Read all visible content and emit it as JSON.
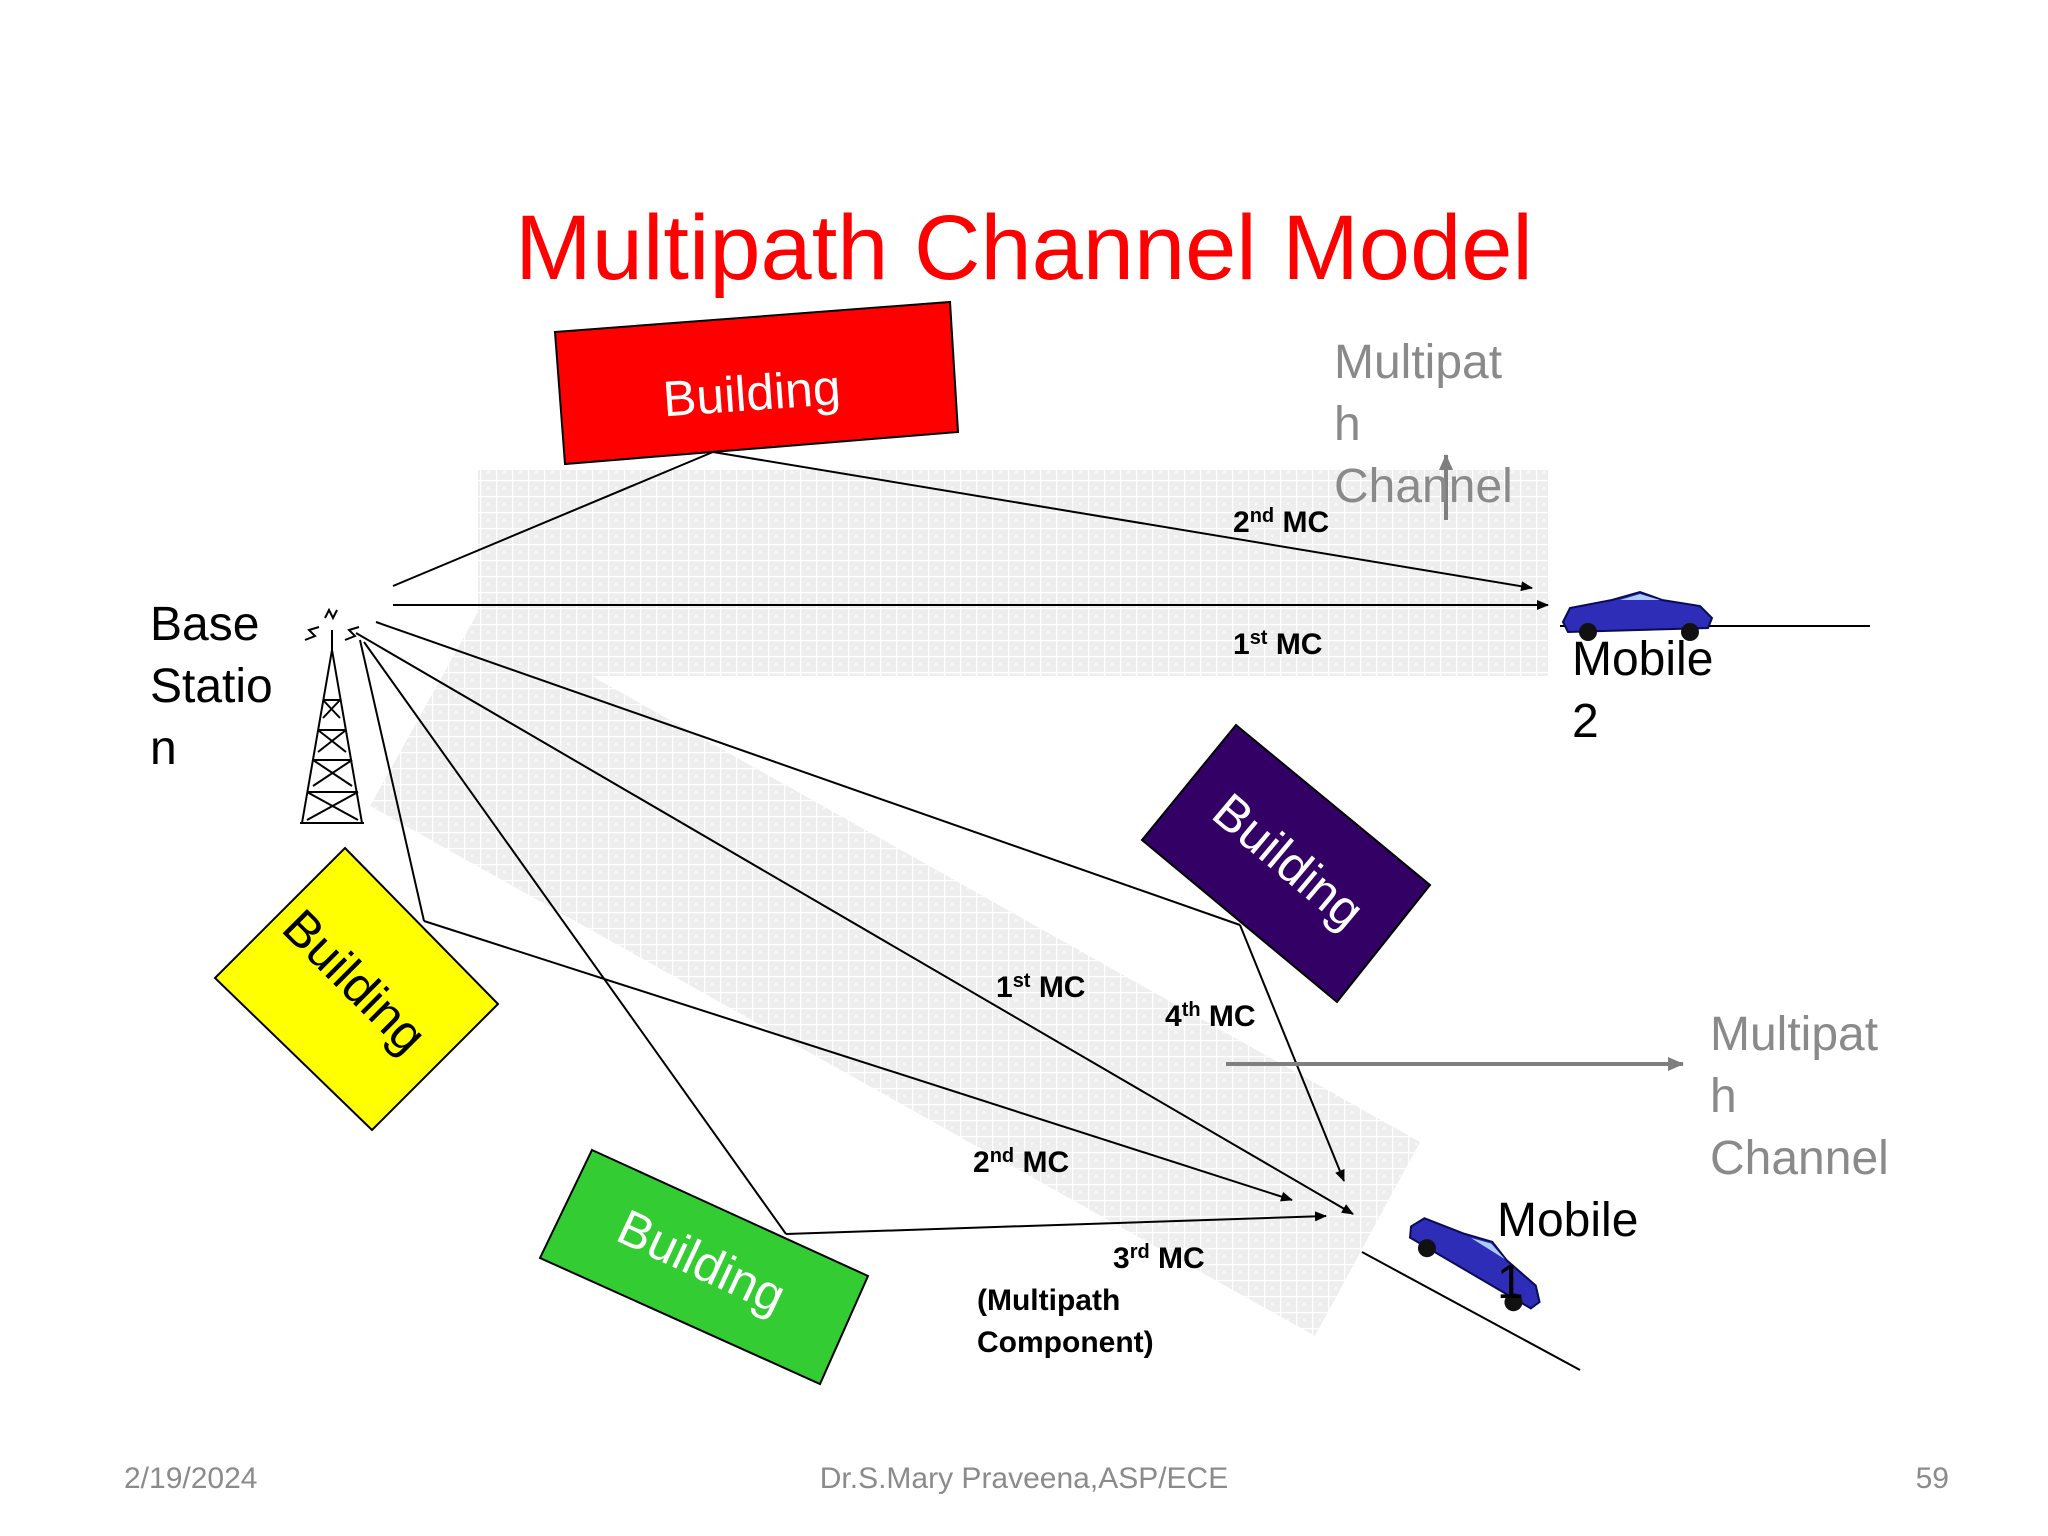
{
  "title": "Multipath Channel Model",
  "base_station_label": "Base\nStatio\nn",
  "buildings": {
    "red": "Building",
    "purple": "Building",
    "yellow": "Building",
    "green": "Building"
  },
  "mobiles": {
    "mobile2": "Mobile\n2",
    "mobile1": "Mobile\n1"
  },
  "multipath_channel_labels": {
    "upper": "Multipat\nh\nChannel",
    "lower": "Multipat\nh\nChannel"
  },
  "mc_labels": {
    "upper_2nd": {
      "ord": "2",
      "sup": "nd",
      "text": " MC"
    },
    "upper_1st": {
      "ord": "1",
      "sup": "st",
      "text": " MC"
    },
    "lower_1st": {
      "ord": "1",
      "sup": "st",
      "text": " MC"
    },
    "lower_4th": {
      "ord": "4",
      "sup": "th",
      "text": " MC"
    },
    "lower_2nd": {
      "ord": "2",
      "sup": "nd",
      "text": " MC"
    },
    "lower_3rd": {
      "ord": "3",
      "sup": "rd",
      "text": " MC"
    },
    "multipath_component": "(Multipath\nComponent)"
  },
  "footer": {
    "date": "2/19/2024",
    "author": "Dr.S.Mary Praveena,ASP/ECE",
    "page": "59"
  },
  "colors": {
    "title": "#ff0000",
    "building_red": "#ff0000",
    "building_purple": "#330066",
    "building_yellow": "#ffff00",
    "building_green": "#33cc33",
    "car": "#2d2db8",
    "channel_label": "#8a8a8a",
    "footer": "#8b8b8b"
  }
}
